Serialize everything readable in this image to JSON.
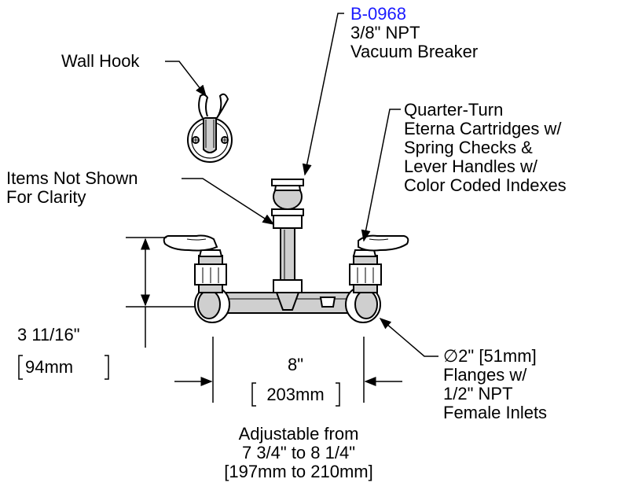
{
  "colors": {
    "line": "#000000",
    "part_number": "#1a1aff",
    "metal_shade": "#cfcfcf",
    "background": "#ffffff"
  },
  "labels": {
    "vacuum_breaker": {
      "part_number": "B-0968",
      "line1": "3/8\" NPT",
      "line2": "Vacuum Breaker"
    },
    "wall_hook": "Wall Hook",
    "cartridges": [
      "Quarter-Turn",
      "Eterna Cartridges w/",
      "Spring Checks &",
      "Lever Handles w/",
      "Color Coded Indexes"
    ],
    "items_not_shown": [
      "Items Not Shown",
      "For Clarity"
    ],
    "height_dimension": {
      "imperial": "3 11/16\"",
      "metric": "94mm"
    },
    "width_dimension": {
      "imperial": "8\"",
      "metric": "203mm"
    },
    "flanges": {
      "symbol": "∅",
      "lines": [
        "2\" [51mm]",
        "Flanges w/",
        "1/2\" NPT",
        "Female Inlets"
      ]
    },
    "adjustable": [
      "Adjustable from",
      "7 3/4\" to 8 1/4\"",
      "[197mm to 210mm]"
    ]
  }
}
